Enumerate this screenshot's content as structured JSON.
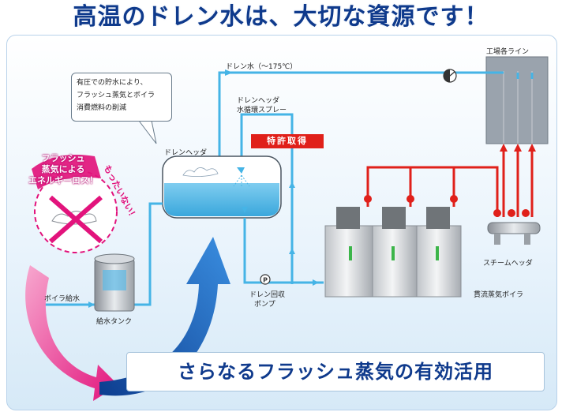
{
  "headline": "高温のドレン水は、大切な資源です！",
  "callout": {
    "line1": "有圧での貯水により、",
    "line2": "フラッシュ蒸気とボイラ",
    "line3": "消費燃料の削減"
  },
  "labels": {
    "factory_lines": "工場各ライン",
    "drain_water_pipe": "ドレン水（～175℃）",
    "spray_line1": "ドレンヘッダ",
    "spray_line2": "水循環スプレー",
    "patent": "特許取得",
    "drain_header": "ドレンヘッダ",
    "boiler_feed": "ボイラ給水",
    "feed_tank": "給水タンク",
    "pump_line1": "ドレン回収",
    "pump_line2": "ポンプ",
    "pump_symbol": "P",
    "steam_header": "スチームヘッダ",
    "boiler": "貫流蒸気ボイラ"
  },
  "loss_badge": {
    "line1": "フラッシュ",
    "line2": "蒸気による",
    "line3": "エネルギーロス！",
    "exclaim": "もったいない！"
  },
  "bottom_banner": "さらなるフラッシュ蒸気の有効活用",
  "colors": {
    "headline": "#0f3a8c",
    "water_pipe": "#45b4e6",
    "steam_pipe": "#e0201a",
    "pink_arrow": "#e2137c",
    "blue_arrow": "#1b4fa8",
    "panel_bg": "#eaf4fc"
  }
}
